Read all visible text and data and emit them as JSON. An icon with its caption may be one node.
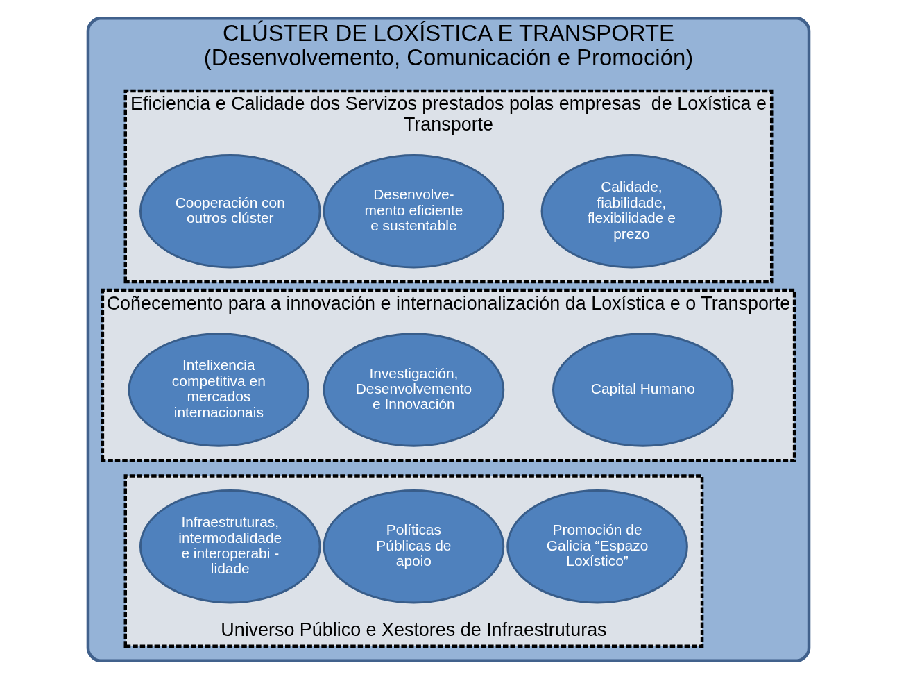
{
  "diagram": {
    "nodes": [
      {
        "text": [
          "CLÚSTER DE LOXÍSTICA E TRANSPORTE",
          "(Desenvolvemento, Comunicación e Promoción)"
        ]
      },
      {
        "text": [
          "Eficiencia e Calidade dos Servizos prestados polas empresas  de Loxística e Transporte"
        ],
        "in": 0
      },
      {
        "text": [
          "Calidade, fiabilidade, flexibilidade e prezo"
        ],
        "in": 1
      },
      {
        "text": [
          "Desenvolve- mento eficiente e sustentable"
        ],
        "in": 1
      },
      {
        "text": [
          "Cooperación con outros clúster"
        ],
        "in": 1
      },
      {
        "text": [
          "Coñecemento para a innovación e internacionalización da Loxística e o Transporte"
        ],
        "in": 0
      },
      {
        "text": [
          "Capital Humano"
        ],
        "in": 5
      },
      {
        "text": [
          "Investigación, Desenvolvemento e Innovación"
        ],
        "in": 5
      },
      {
        "text": [
          "Intelixencia competitiva en mercados internacionais"
        ],
        "in": 5
      },
      {
        "text": [
          "Universo Público e Xestores de Infraestruturas"
        ],
        "in": 0
      },
      {
        "text": [
          "Promoción de Galicia “Espazo Loxístico”"
        ],
        "in": 9
      },
      {
        "text": [
          "Políticas Públicas de apoio"
        ],
        "in": 9
      },
      {
        "text": [
          "Infraestruturas, intermodalidade e interoperabi - lidade"
        ],
        "in": 9
      }
    ],
    "edges": []
  }
}
